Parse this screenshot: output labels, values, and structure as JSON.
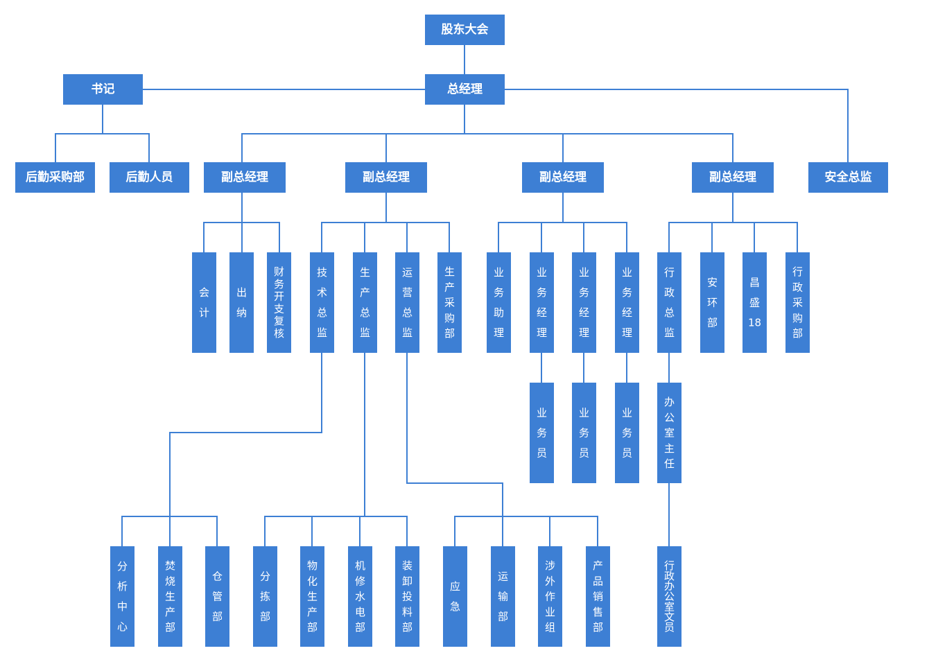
{
  "nodes": [
    {
      "id": "shareholders",
      "label": "股东大会",
      "orient": "h"
    },
    {
      "id": "general-manager",
      "label": "总经理",
      "orient": "h"
    },
    {
      "id": "secretary",
      "label": "书记",
      "orient": "h"
    },
    {
      "id": "logistics-purchasing",
      "label": "后勤采购部",
      "orient": "h"
    },
    {
      "id": "logistics-staff",
      "label": "后勤人员",
      "orient": "h"
    },
    {
      "id": "deputy-gm-1",
      "label": "副总经理",
      "orient": "h"
    },
    {
      "id": "deputy-gm-2",
      "label": "副总经理",
      "orient": "h"
    },
    {
      "id": "deputy-gm-3",
      "label": "副总经理",
      "orient": "h"
    },
    {
      "id": "deputy-gm-4",
      "label": "副总经理",
      "orient": "h"
    },
    {
      "id": "safety-director",
      "label": "安全总监",
      "orient": "h"
    },
    {
      "id": "accounting",
      "label": "会计",
      "orient": "v"
    },
    {
      "id": "cashier",
      "label": "出纳",
      "orient": "v"
    },
    {
      "id": "finance-review",
      "label": "财务开支复核",
      "orient": "v"
    },
    {
      "id": "tech-director",
      "label": "技术总监",
      "orient": "v"
    },
    {
      "id": "production-director",
      "label": "生产总监",
      "orient": "v"
    },
    {
      "id": "operations-director",
      "label": "运营总监",
      "orient": "v"
    },
    {
      "id": "production-purchasing",
      "label": "生产采购部",
      "orient": "v"
    },
    {
      "id": "business-assistant",
      "label": "业务助理",
      "orient": "v"
    },
    {
      "id": "business-manager-1",
      "label": "业务经理",
      "orient": "v"
    },
    {
      "id": "business-manager-2",
      "label": "业务经理",
      "orient": "v"
    },
    {
      "id": "business-manager-3",
      "label": "业务经理",
      "orient": "v"
    },
    {
      "id": "admin-director",
      "label": "行政总监",
      "orient": "v"
    },
    {
      "id": "safety-env-dept",
      "label": "安环部",
      "orient": "v"
    },
    {
      "id": "changsheng-18",
      "label": "昌盛18",
      "orient": "v"
    },
    {
      "id": "admin-purchasing",
      "label": "行政采购部",
      "orient": "v"
    },
    {
      "id": "business-staff-1",
      "label": "业务员",
      "orient": "v"
    },
    {
      "id": "business-staff-2",
      "label": "业务员",
      "orient": "v"
    },
    {
      "id": "business-staff-3",
      "label": "业务员",
      "orient": "v"
    },
    {
      "id": "office-director",
      "label": "办公室主任",
      "orient": "v"
    },
    {
      "id": "analysis-center",
      "label": "分析中心",
      "orient": "v"
    },
    {
      "id": "incineration-production",
      "label": "焚烧生产部",
      "orient": "v"
    },
    {
      "id": "warehouse-dept",
      "label": "仓管部",
      "orient": "v"
    },
    {
      "id": "sorting-dept",
      "label": "分拣部",
      "orient": "v"
    },
    {
      "id": "physchem-production",
      "label": "物化生产部",
      "orient": "v"
    },
    {
      "id": "mech-repair",
      "label": "机修水电部",
      "orient": "v"
    },
    {
      "id": "loading-feeding",
      "label": "装卸投料部",
      "orient": "v"
    },
    {
      "id": "emergency",
      "label": "应急",
      "orient": "v"
    },
    {
      "id": "transport-dept",
      "label": "运输部",
      "orient": "v"
    },
    {
      "id": "external-ops",
      "label": "涉外作业组",
      "orient": "v"
    },
    {
      "id": "product-sales",
      "label": "产品销售部",
      "orient": "v"
    },
    {
      "id": "admin-clerk",
      "label": "行政办公室文员",
      "orient": "v"
    }
  ],
  "links": [
    [
      "shareholders",
      "general-manager"
    ],
    [
      "general-manager",
      "secretary"
    ],
    [
      "general-manager",
      "safety-director"
    ],
    [
      "secretary",
      "logistics-purchasing"
    ],
    [
      "secretary",
      "logistics-staff"
    ],
    [
      "general-manager",
      "deputy-gm-1"
    ],
    [
      "general-manager",
      "deputy-gm-2"
    ],
    [
      "general-manager",
      "deputy-gm-3"
    ],
    [
      "general-manager",
      "deputy-gm-4"
    ],
    [
      "deputy-gm-1",
      "accounting"
    ],
    [
      "deputy-gm-1",
      "cashier"
    ],
    [
      "deputy-gm-1",
      "finance-review"
    ],
    [
      "deputy-gm-2",
      "tech-director"
    ],
    [
      "deputy-gm-2",
      "production-director"
    ],
    [
      "deputy-gm-2",
      "operations-director"
    ],
    [
      "deputy-gm-2",
      "production-purchasing"
    ],
    [
      "deputy-gm-3",
      "business-assistant"
    ],
    [
      "deputy-gm-3",
      "business-manager-1"
    ],
    [
      "deputy-gm-3",
      "business-manager-2"
    ],
    [
      "deputy-gm-3",
      "business-manager-3"
    ],
    [
      "deputy-gm-4",
      "admin-director"
    ],
    [
      "deputy-gm-4",
      "safety-env-dept"
    ],
    [
      "deputy-gm-4",
      "changsheng-18"
    ],
    [
      "deputy-gm-4",
      "admin-purchasing"
    ],
    [
      "business-manager-1",
      "business-staff-1"
    ],
    [
      "business-manager-2",
      "business-staff-2"
    ],
    [
      "business-manager-3",
      "business-staff-3"
    ],
    [
      "admin-director",
      "office-director"
    ],
    [
      "office-director",
      "admin-clerk"
    ],
    [
      "tech-director",
      "analysis-center"
    ],
    [
      "tech-director",
      "incineration-production"
    ],
    [
      "tech-director",
      "warehouse-dept"
    ],
    [
      "production-director",
      "sorting-dept"
    ],
    [
      "production-director",
      "physchem-production"
    ],
    [
      "production-director",
      "mech-repair"
    ],
    [
      "production-director",
      "loading-feeding"
    ],
    [
      "operations-director",
      "emergency"
    ],
    [
      "operations-director",
      "transport-dept"
    ],
    [
      "operations-director",
      "external-ops"
    ],
    [
      "operations-director",
      "product-sales"
    ]
  ],
  "colors": {
    "box": "#3d7fd4",
    "line": "#3d7fd4",
    "text": "#ffffff"
  }
}
